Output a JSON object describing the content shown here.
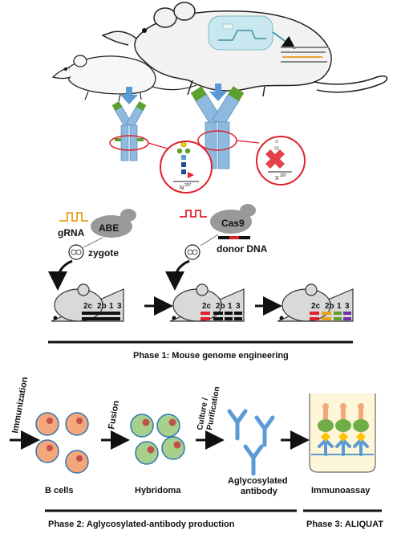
{
  "top": {
    "glycan_label": "N",
    "glycan_superscript": "297",
    "mutant_label": "X",
    "mutant_superscript": "297"
  },
  "engineering": {
    "grna_label": "gRNA",
    "abe_label": "ABE",
    "zygote_label": "zygote",
    "cas9_label": "Cas9",
    "donor_label": "donor DNA",
    "locus_labels": [
      "2c",
      "2b",
      "1",
      "3"
    ]
  },
  "phases": {
    "phase1": "Phase 1: Mouse genome engineering",
    "phase2": "Phase 2: Aglycosylated-antibody production",
    "phase3": "Phase 3: ALIQUAT"
  },
  "production": {
    "step_immunization": "Immunization",
    "step_fusion": "Fusion",
    "step_culture": "Culture /",
    "step_purification": "Purification",
    "b_cells": "B cells",
    "hybridoma": "Hybridoma",
    "antibody_line1": "Aglycosylated",
    "antibody_line2": "antibody",
    "immunoassay": "Immunoassay"
  },
  "colors": {
    "antibody_blue": "#8fbadf",
    "fc_blue": "#5b9bd5",
    "variable_green": "#5aa02c",
    "red_circle": "#e0202a",
    "b_cell": "#f4a77a",
    "hybridoma": "#a8d08d",
    "nucleus": "#c0504d",
    "mouse_body": "#f2f2f2",
    "gray_protein": "#999999"
  }
}
